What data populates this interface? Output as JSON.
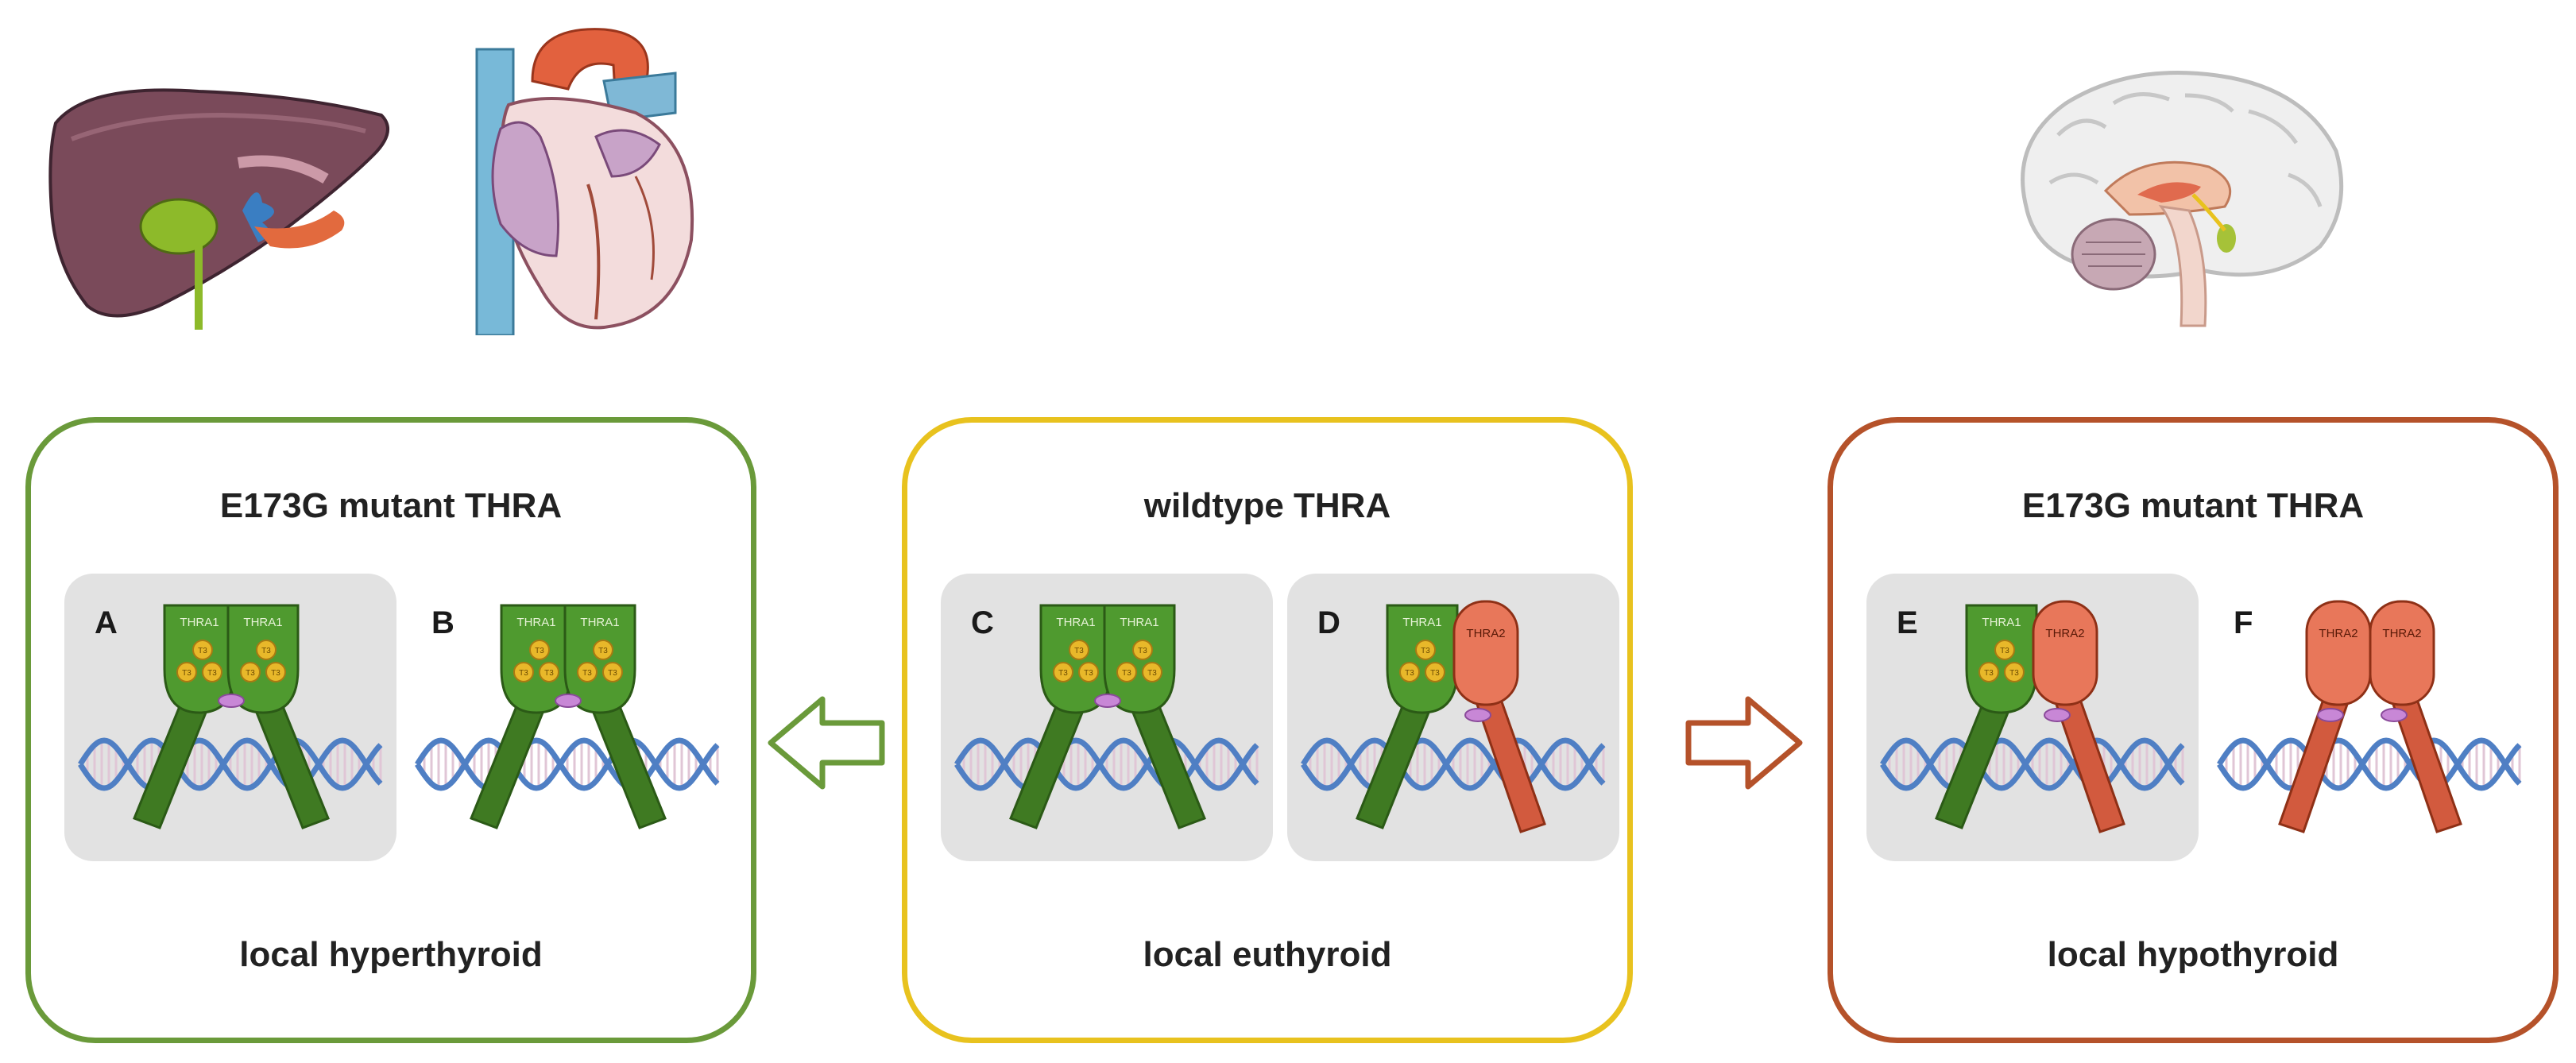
{
  "organs": {
    "left": [
      "liver-icon",
      "heart-icon"
    ],
    "right": [
      "brain-icon"
    ]
  },
  "colors": {
    "hyper": "#6a9a3a",
    "eu": "#e8c21e",
    "hypo": "#b5522a",
    "thra1": "#4f9a2f",
    "thra2": "#e8775a",
    "t3": "#e8b82a",
    "corep": "#c887d6",
    "dna_blue": "#4f7fc4",
    "dna_pink": "#e0c6d6"
  },
  "panels": {
    "left": {
      "title": "E173G mutant THRA",
      "state": "local hyperthyroid",
      "subpanels": [
        {
          "letter": "A",
          "grey": true,
          "receptors": [
            "thra1-left",
            "thra1-right"
          ],
          "labels": [
            "THRA1",
            "THRA1"
          ]
        },
        {
          "letter": "B",
          "grey": false,
          "receptors": [
            "thra1-left",
            "thra1-right"
          ],
          "labels": [
            "THRA1",
            "THRA1"
          ]
        }
      ]
    },
    "center": {
      "title": "wildtype THRA",
      "state": "local euthyroid",
      "subpanels": [
        {
          "letter": "C",
          "grey": true,
          "receptors": [
            "thra1-left",
            "thra1-right"
          ],
          "labels": [
            "THRA1",
            "THRA1"
          ]
        },
        {
          "letter": "D",
          "grey": true,
          "receptors": [
            "thra1-left",
            "thra2-right"
          ],
          "labels": [
            "THRA1",
            "THRA2"
          ]
        }
      ]
    },
    "right": {
      "title": "E173G mutant THRA",
      "state": "local hypothyroid",
      "subpanels": [
        {
          "letter": "E",
          "grey": true,
          "receptors": [
            "thra1-left",
            "thra2-right"
          ],
          "labels": [
            "THRA1",
            "THRA2"
          ]
        },
        {
          "letter": "F",
          "grey": false,
          "receptors": [
            "thra2-left",
            "thra2-right"
          ],
          "labels": [
            "THRA2",
            "THRA2"
          ]
        }
      ]
    }
  },
  "hormone_label": "T3"
}
